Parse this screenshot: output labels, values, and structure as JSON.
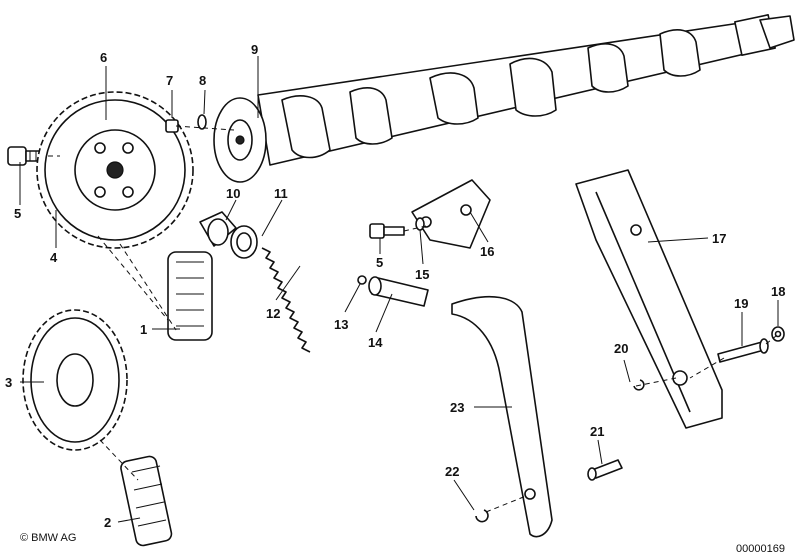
{
  "callouts": {
    "c1": "1",
    "c2": "2",
    "c3": "3",
    "c4": "4",
    "c5a": "5",
    "c5b": "5",
    "c6": "6",
    "c7": "7",
    "c8": "8",
    "c9": "9",
    "c10": "10",
    "c11": "11",
    "c12": "12",
    "c13": "13",
    "c14": "14",
    "c15": "15",
    "c16": "16",
    "c17": "17",
    "c18": "18",
    "c19": "19",
    "c20": "20",
    "c21": "21",
    "c22": "22",
    "c23": "23"
  },
  "footer": {
    "copyright": "© BMW AG",
    "drawing_number": "00000169"
  }
}
